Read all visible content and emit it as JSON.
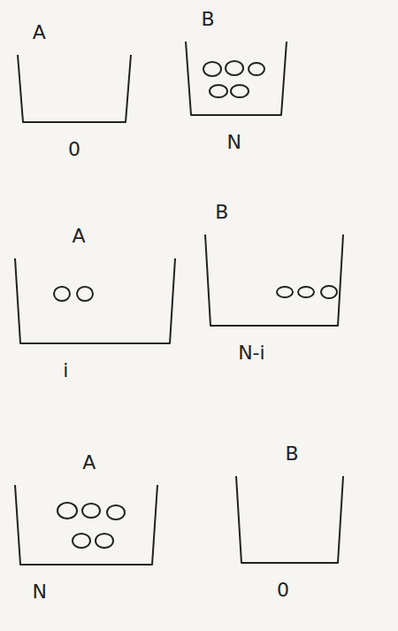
{
  "diagram": {
    "nodes": [
      {
        "text": [
          "A",
          "0"
        ]
      },
      {
        "text": [
          "B",
          "N"
        ]
      },
      {
        "text": [
          "A",
          "i"
        ]
      },
      {
        "text": [
          "B",
          "N-i"
        ]
      },
      {
        "text": [
          "A",
          "N"
        ]
      },
      {
        "text": [
          "B",
          "0"
        ]
      }
    ]
  }
}
